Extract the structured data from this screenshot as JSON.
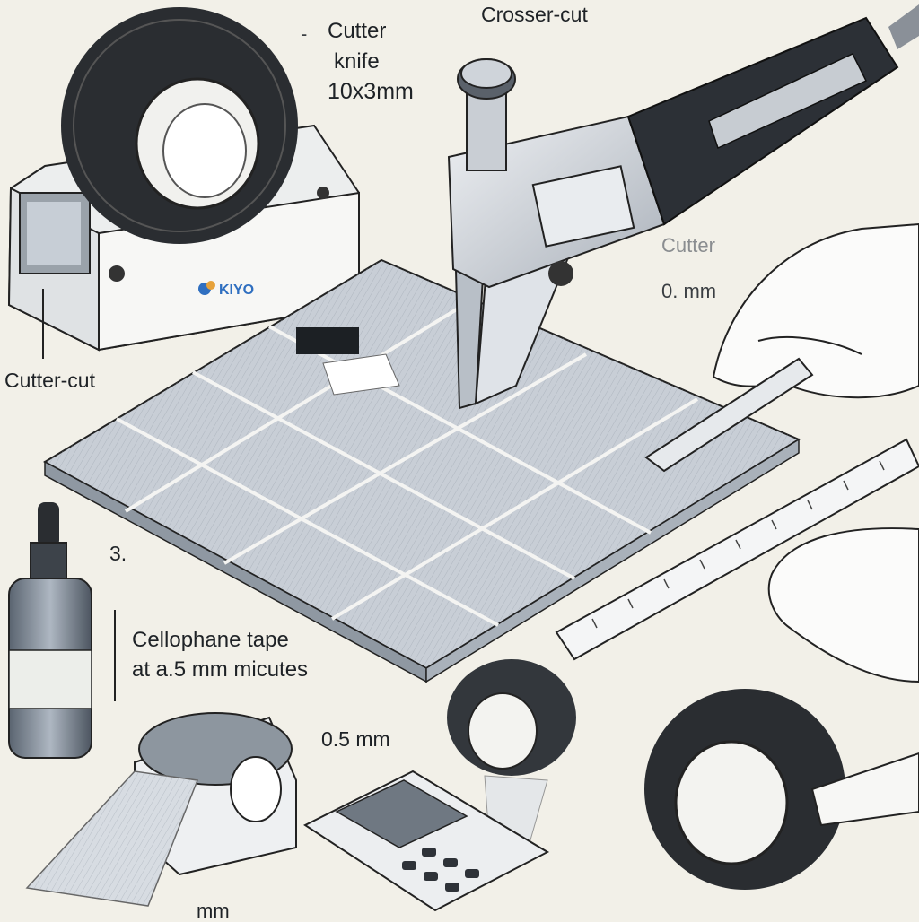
{
  "labels": {
    "cutter_knife": [
      "Cutter",
      "knife",
      "10x3mm"
    ],
    "crosser_cut": "Crosser-cut",
    "cutter_small": "Cutter",
    "cutter_measure": "0. mm",
    "cutter_cut": "Cutter-cut",
    "step_number": "3.",
    "cellophane": [
      "Cellophane tape",
      "at a.5 mm micutes"
    ],
    "half_mm": "0.5 mm",
    "bottom_mm": "mm",
    "brand_logo": "KIYO"
  },
  "colors": {
    "background": "#f2f0e8",
    "ink": "#1e2226",
    "tape_dark": "#2a2d31",
    "panel_grey": "#c8ced6",
    "metal": "#d7dbe0",
    "accent_blue": "#2f6fc0",
    "accent_orange": "#e7a23a"
  },
  "icons": [
    "tape-dispenser-icon",
    "cutter-knife-icon",
    "cellophane-roll-icon",
    "hand-icon",
    "ruler-icon",
    "bottle-icon",
    "calculator-icon"
  ]
}
